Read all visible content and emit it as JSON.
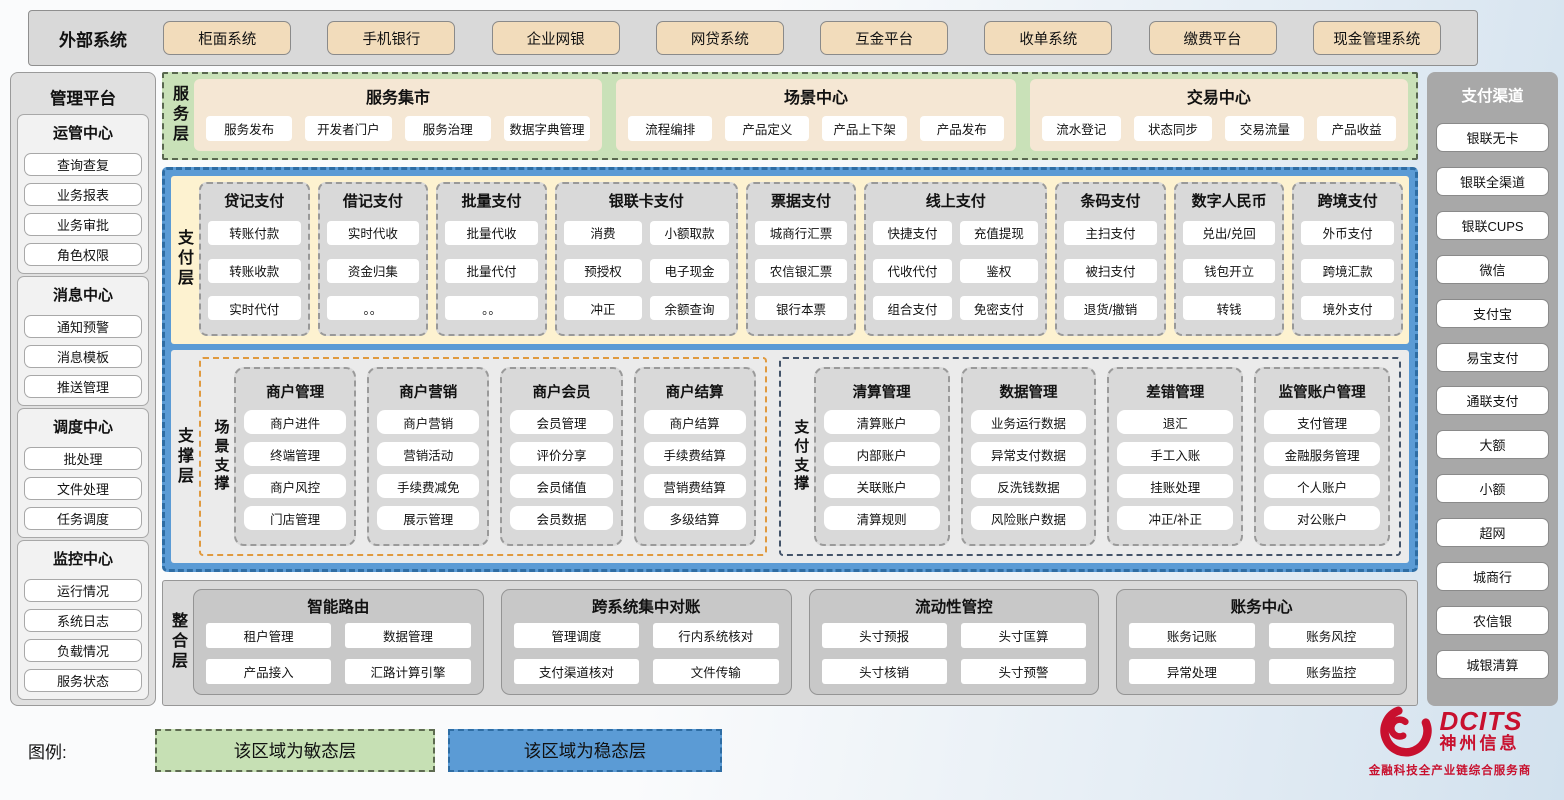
{
  "external": {
    "label": "外部系统",
    "systems": [
      "柜面系统",
      "手机银行",
      "企业网银",
      "网贷系统",
      "互金平台",
      "收单系统",
      "缴费平台",
      "现金管理系统"
    ]
  },
  "management": {
    "title": "管理平台",
    "groups": [
      {
        "title": "运管中心",
        "items": [
          "查询查复",
          "业务报表",
          "业务审批",
          "角色权限"
        ]
      },
      {
        "title": "消息中心",
        "items": [
          "通知预警",
          "消息模板",
          "推送管理"
        ]
      },
      {
        "title": "调度中心",
        "items": [
          "批处理",
          "文件处理",
          "任务调度"
        ]
      },
      {
        "title": "监控中心",
        "items": [
          "运行情况",
          "系统日志",
          "负载情况",
          "服务状态"
        ]
      }
    ]
  },
  "service_layer": {
    "label": "服务层",
    "panels": [
      {
        "title": "服务集市",
        "items": [
          "服务发布",
          "开发者门户",
          "服务治理",
          "数据字典管理"
        ]
      },
      {
        "title": "场景中心",
        "items": [
          "流程编排",
          "产品定义",
          "产品上下架",
          "产品发布"
        ]
      },
      {
        "title": "交易中心",
        "items": [
          "流水登记",
          "状态同步",
          "交易流量",
          "产品收益"
        ]
      }
    ]
  },
  "payment_layer": {
    "label": "支付层",
    "columns": [
      {
        "title": "贷记支付",
        "cols": 1,
        "items": [
          "转账付款",
          "转账收款",
          "实时代付"
        ]
      },
      {
        "title": "借记支付",
        "cols": 1,
        "items": [
          "实时代收",
          "资金归集",
          "。。"
        ]
      },
      {
        "title": "批量支付",
        "cols": 1,
        "items": [
          "批量代收",
          "批量代付",
          "。。"
        ]
      },
      {
        "title": "银联卡支付",
        "cols": 2,
        "items": [
          "消费",
          "小额取款",
          "预授权",
          "电子现金",
          "冲正",
          "余额查询"
        ]
      },
      {
        "title": "票据支付",
        "cols": 1,
        "items": [
          "城商行汇票",
          "农信银汇票",
          "银行本票"
        ]
      },
      {
        "title": "线上支付",
        "cols": 2,
        "items": [
          "快捷支付",
          "充值提现",
          "代收代付",
          "鉴权",
          "组合支付",
          "免密支付"
        ]
      },
      {
        "title": "条码支付",
        "cols": 1,
        "items": [
          "主扫支付",
          "被扫支付",
          "退货/撤销"
        ]
      },
      {
        "title": "数字人民币",
        "cols": 1,
        "items": [
          "兑出/兑回",
          "钱包开立",
          "转钱"
        ]
      },
      {
        "title": "跨境支付",
        "cols": 1,
        "items": [
          "外币支付",
          "跨境汇款",
          "境外支付"
        ]
      }
    ]
  },
  "support_layer": {
    "label": "支撑层",
    "sections": [
      {
        "label": "场景支撑",
        "columns": [
          {
            "title": "商户管理",
            "items": [
              "商户进件",
              "终端管理",
              "商户风控",
              "门店管理"
            ]
          },
          {
            "title": "商户营销",
            "items": [
              "商户营销",
              "营销活动",
              "手续费减免",
              "展示管理"
            ]
          },
          {
            "title": "商户会员",
            "items": [
              "会员管理",
              "评价分享",
              "会员储值",
              "会员数据"
            ]
          },
          {
            "title": "商户结算",
            "items": [
              "商户结算",
              "手续费结算",
              "营销费结算",
              "多级结算"
            ]
          }
        ]
      },
      {
        "label": "支付支撑",
        "columns": [
          {
            "title": "清算管理",
            "items": [
              "清算账户",
              "内部账户",
              "关联账户",
              "清算规则"
            ]
          },
          {
            "title": "数据管理",
            "items": [
              "业务运行数据",
              "异常支付数据",
              "反洗钱数据",
              "风险账户数据"
            ]
          },
          {
            "title": "差错管理",
            "items": [
              "退汇",
              "手工入账",
              "挂账处理",
              "冲正/补正"
            ]
          },
          {
            "title": "监管账户管理",
            "items": [
              "支付管理",
              "金融服务管理",
              "个人账户",
              "对公账户"
            ]
          }
        ]
      }
    ]
  },
  "integration_layer": {
    "label": "整合层",
    "panels": [
      {
        "title": "智能路由",
        "items": [
          "租户管理",
          "数据管理",
          "产品接入",
          "汇路计算引擎"
        ]
      },
      {
        "title": "跨系统集中对账",
        "items": [
          "管理调度",
          "行内系统核对",
          "支付渠道核对",
          "文件传输"
        ]
      },
      {
        "title": "流动性管控",
        "items": [
          "头寸预报",
          "头寸匡算",
          "头寸核销",
          "头寸预警"
        ]
      },
      {
        "title": "账务中心",
        "items": [
          "账务记账",
          "账务风控",
          "异常处理",
          "账务监控"
        ]
      }
    ]
  },
  "channels": {
    "title": "支付渠道",
    "items": [
      "银联无卡",
      "银联全渠道",
      "银联CUPS",
      "微信",
      "支付宝",
      "易宝支付",
      "通联支付",
      "大额",
      "小额",
      "超网",
      "城商行",
      "农信银",
      "城银清算"
    ]
  },
  "legend": {
    "label": "图例:",
    "agile": "该区域为敏态层",
    "stable": "该区域为稳态层"
  },
  "brand": {
    "name": "DCITS",
    "company": "神州信息",
    "slogan": "金融科技全产业链综合服务商"
  },
  "colors": {
    "agile_green": "#c6e0b4",
    "stable_blue": "#5b9bd5",
    "panel_gray": "#d9d9d9",
    "payment_cream": "#fdf2d0",
    "external_beige": "#f2dcbb",
    "scene_accent_orange": "#e09a3f",
    "pay_support_accent_navy": "#44546a",
    "brand_red": "#c8102e"
  }
}
